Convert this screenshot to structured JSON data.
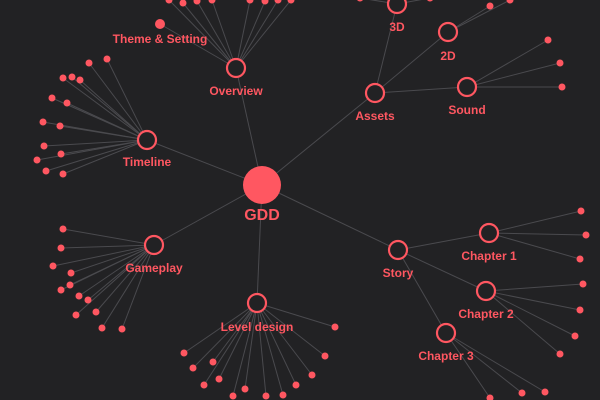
{
  "graph": {
    "colors": {
      "background": "#222224",
      "node": "#ff5761",
      "edge": "#4a4a4e"
    },
    "root": {
      "id": "gdd",
      "label": "GDD"
    },
    "nodes": [
      {
        "id": "overview",
        "label": "Overview",
        "parent": "gdd",
        "children": 8
      },
      {
        "id": "theme",
        "label": "Theme & Setting",
        "parent": "overview",
        "children": 0
      },
      {
        "id": "timeline",
        "label": "Timeline",
        "parent": "gdd",
        "children": 14
      },
      {
        "id": "gameplay",
        "label": "Gameplay",
        "parent": "gdd",
        "children": 12
      },
      {
        "id": "level-design",
        "label": "Level design",
        "parent": "gdd",
        "children": 13
      },
      {
        "id": "assets",
        "label": "Assets",
        "parent": "gdd",
        "children": 0
      },
      {
        "id": "3d",
        "label": "3D",
        "parent": "assets",
        "children": 2
      },
      {
        "id": "2d",
        "label": "2D",
        "parent": "assets",
        "children": 2
      },
      {
        "id": "sound",
        "label": "Sound",
        "parent": "assets",
        "children": 3
      },
      {
        "id": "story",
        "label": "Story",
        "parent": "gdd",
        "children": 0
      },
      {
        "id": "chapter-1",
        "label": "Chapter 1",
        "parent": "story",
        "children": 3
      },
      {
        "id": "chapter-2",
        "label": "Chapter 2",
        "parent": "story",
        "children": 4
      },
      {
        "id": "chapter-3",
        "label": "Chapter 3",
        "parent": "story",
        "children": 3
      }
    ]
  }
}
